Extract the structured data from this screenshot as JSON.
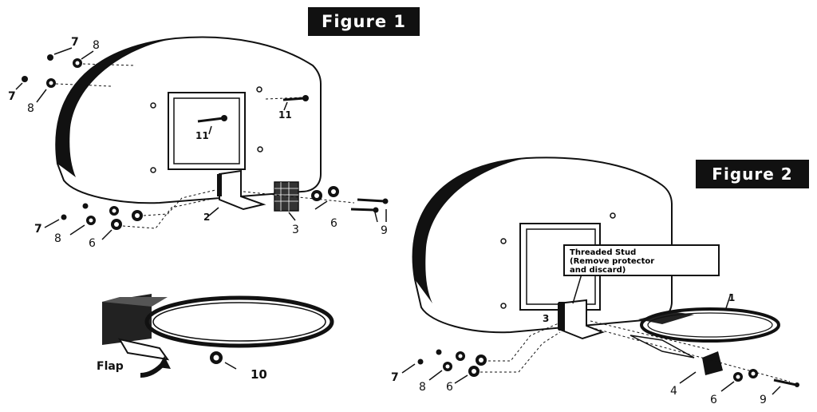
{
  "figure1": {
    "title": "Figure 1",
    "labels": {
      "l7a": "7",
      "l8a": "8",
      "l7b": "7",
      "l8b": "8",
      "l11a": "11",
      "l11b": "11",
      "l7c": "7",
      "l8c": "8",
      "l6a": "6",
      "l2": "2",
      "l3": "3",
      "l6b": "6",
      "l9": "9"
    }
  },
  "figure2": {
    "title": "Figure 2",
    "callout": {
      "line1": "Threaded Stud",
      "line2": "(Remove protector",
      "line3": "and discard)"
    },
    "labels": {
      "l1": "1",
      "l3": "3",
      "l7": "7",
      "l8": "8",
      "l6a": "6",
      "l4": "4",
      "l6b": "6",
      "l9": "9"
    }
  },
  "rim_detail": {
    "flap": "Flap",
    "l10": "10"
  }
}
